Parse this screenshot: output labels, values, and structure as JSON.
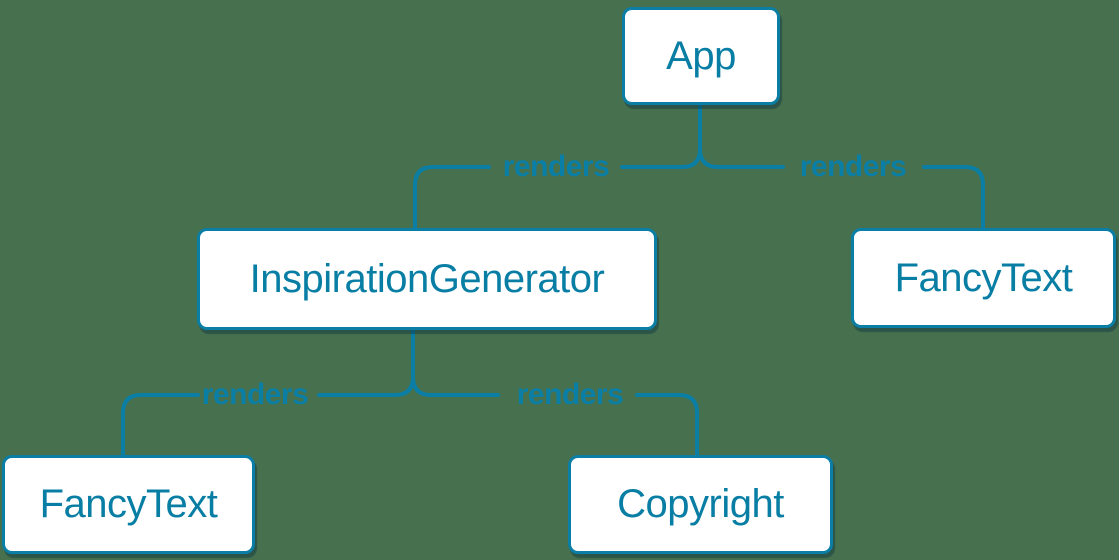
{
  "diagram": {
    "description": "Component render tree",
    "colors": {
      "background": "#47714e",
      "accent": "#0a7ea4",
      "node_text": "#087ea4",
      "node_fill": "#ffffff"
    },
    "nodes": [
      {
        "id": "app",
        "label": "App"
      },
      {
        "id": "inspiration-generator",
        "label": "InspirationGenerator"
      },
      {
        "id": "fancy-text-top",
        "label": "FancyText"
      },
      {
        "id": "fancy-text-bottom",
        "label": "FancyText"
      },
      {
        "id": "copyright",
        "label": "Copyright"
      }
    ],
    "edges": [
      {
        "from": "App",
        "to": "InspirationGenerator",
        "label": "renders"
      },
      {
        "from": "App",
        "to": "FancyText",
        "label": "renders"
      },
      {
        "from": "InspirationGenerator",
        "to": "FancyText",
        "label": "renders"
      },
      {
        "from": "InspirationGenerator",
        "to": "Copyright",
        "label": "renders"
      }
    ]
  }
}
